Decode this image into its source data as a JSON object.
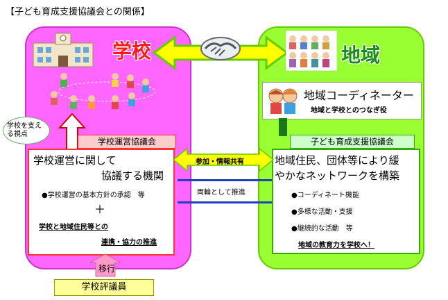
{
  "title": "【子ども育成支援協議会との関係】",
  "school": {
    "label": "学校",
    "speech": "学校を支える視点",
    "council_header": "学校運営協議会",
    "main_line1": "学校運営に関して",
    "main_line2": "協議する機関",
    "bullet1": "●学校運営の基本方針の承認　等",
    "plus": "＋",
    "emph1": "学校と地域住民等との",
    "emph2": "連携・協力の推進",
    "transfer": "移行",
    "trustees": "学校評議員"
  },
  "region": {
    "label": "地域",
    "coordinator_title": "地域コーディネーター",
    "coordinator_sub": "地域と学校とのつなぎ役",
    "council_header": "子ども育成支援協議会",
    "main_line1": "地域住民、団体等により緩",
    "main_line2": "やかなネットワークを構築",
    "bullet1": "●コーディネート機能",
    "bullet2": "●多様な活動・支援",
    "bullet3": "●継続的な活動　等",
    "emph": "地域の教育力を学校へ！"
  },
  "link": {
    "participation": "参加・情報共有",
    "promotion": "両輪として推進"
  },
  "colors": {
    "school_panel": "#ff66ff",
    "region_panel": "#99ff33",
    "arrow_fill": "#ffff00",
    "arrow_stroke": "#66cc00",
    "council_box_border": "#ff3333",
    "region_box_border": "#33aa00",
    "trustees_fill": "#ffff99"
  },
  "icons": [
    "school-building-icon",
    "handshake-icon",
    "community-people-icon",
    "children-playing-icon",
    "coordinator-couple-icon"
  ]
}
